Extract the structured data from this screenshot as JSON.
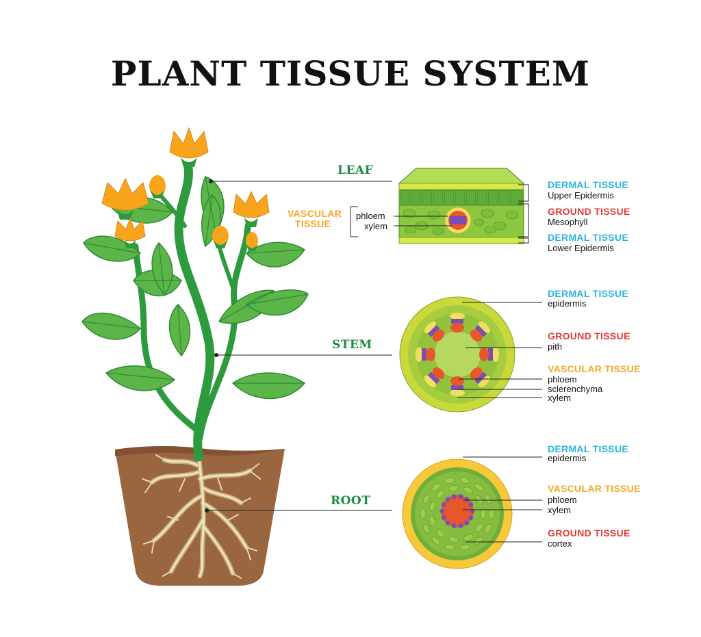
{
  "title": "PLANT TISSUE SYSTEM",
  "colors": {
    "organ": "#1d8a43",
    "dermal": "#2ab3e0",
    "ground": "#e23b35",
    "vascular": "#f6a625",
    "pot": "#9a6640",
    "leaf": "#5cb548",
    "stem": "#2d9a3e",
    "petal": "#f9a51b"
  },
  "organs": {
    "leaf": "LEAF",
    "stem": "STEM",
    "root": "ROOT"
  },
  "leaf_section": {
    "vascular_label_1": "VASCULAR",
    "vascular_label_2": "TISSUE",
    "phloem": "phloem",
    "xylem": "xylem",
    "dermal_upper_title": "DERMAL TISSUE",
    "dermal_upper_sub": "Upper Epidermis",
    "ground_title": "GROUND TISSUE",
    "ground_sub": "Mesophyll",
    "dermal_lower_title": "DERMAL TISSUE",
    "dermal_lower_sub": "Lower Epidermis"
  },
  "stem_section": {
    "dermal_title": "DERMAL TISSUE",
    "dermal_sub": "epidermis",
    "ground_title": "GROUND TISSUE",
    "ground_sub": "pith",
    "vascular_title": "VASCULAR TISSUE",
    "phloem": "phloem",
    "sclerenchyma": "sclerenchyma",
    "xylem": "xylem"
  },
  "root_section": {
    "dermal_title": "DERMAL TISSUE",
    "dermal_sub": "epidermis",
    "vascular_title": "VASCULAR TISSUE",
    "phloem": "phloem",
    "xylem": "xylem",
    "ground_title": "GROUND TISSUE",
    "ground_sub": "cortex"
  }
}
